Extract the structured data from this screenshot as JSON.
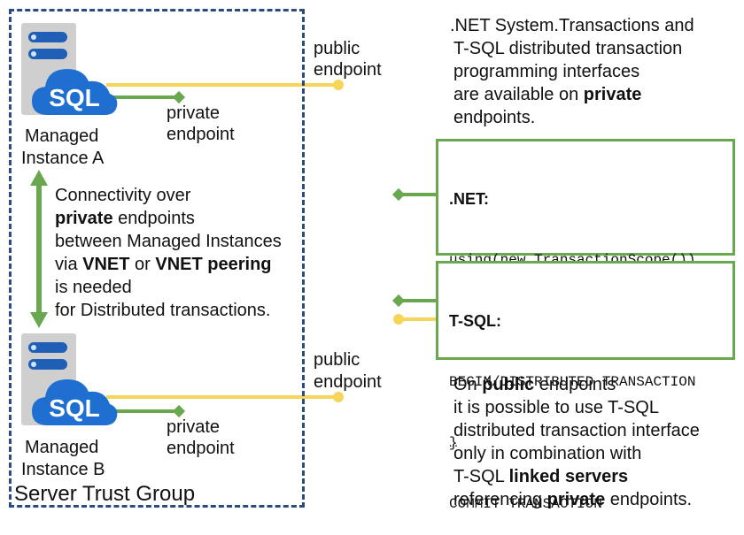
{
  "trust_group": {
    "label": "Server Trust Group"
  },
  "instance_a": {
    "icon_text": "SQL",
    "label_line1": "Managed",
    "label_line2": "Instance A",
    "public_line1": "public",
    "public_line2": "endpoint",
    "private_line1": "private",
    "private_line2": "endpoint"
  },
  "instance_b": {
    "icon_text": "SQL",
    "label_line1": "Managed",
    "label_line2": "Instance B",
    "public_line1": "public",
    "public_line2": "endpoint",
    "private_line1": "private",
    "private_line2": "endpoint"
  },
  "connectivity_note": {
    "line1": "Connectivity over",
    "line2_bold": "private",
    "line2_rest": " endpoints",
    "line3": "between Managed Instances",
    "line4_pre": "via ",
    "line4_bold1": "VNET",
    "line4_mid": " or ",
    "line4_bold2": "VNET peering",
    "line5": "is needed",
    "line6": "for Distributed transactions."
  },
  "top_note": {
    "line1": ".NET System.Transactions and",
    "line2": "T-SQL distributed transaction",
    "line3": "programming interfaces",
    "line4_pre": "are available on ",
    "line4_bold": "private",
    "line5": "endpoints."
  },
  "net_code": {
    "title": ".NET:",
    "line1": "using(new TransactionScope())",
    "line2": "{",
    "line3": "    //…",
    "line4": "}"
  },
  "tsql_code": {
    "title": "T-SQL:",
    "line1": "BEGIN DISTRIBUTED TRANSACTION",
    "line2": "…",
    "line3": "COMMIT TRANSACTION"
  },
  "bottom_note": {
    "line1_pre": "On ",
    "line1_bold": "public",
    "line1_rest": " endpoints",
    "line2": "it is possible to use T-SQL",
    "line3": "distributed transaction interface",
    "line4": "only in combination with",
    "line5_pre": "T-SQL ",
    "line5_bold": "linked servers",
    "line6_pre": "referencing ",
    "line6_bold": "private",
    "line6_rest": " endpoints."
  },
  "colors": {
    "public_line": "#f5d55a",
    "private_line": "#6aa84f",
    "trust_border": "#2b4a7f",
    "cloud": "#1f6fd0"
  },
  "icons": [
    "server-icon",
    "sql-cloud-icon",
    "double-arrow-icon"
  ]
}
